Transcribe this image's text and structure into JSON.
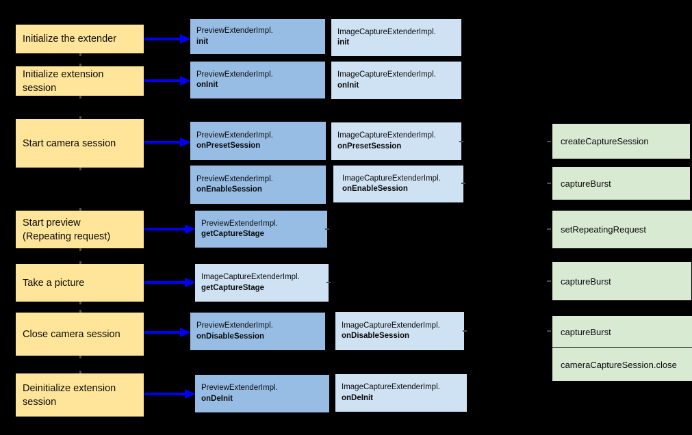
{
  "colors": {
    "background": "#000000",
    "step_fill": "#FFE599",
    "preview_fill": "#98BDE5",
    "capture_fill": "#CFE2F3",
    "camera2_fill": "#D9EAD3",
    "arrow": "#0000EE",
    "text": "#0A0A0A",
    "stub": "#4D4D4D"
  },
  "steps": [
    {
      "label": "Initialize the extender"
    },
    {
      "label": "Initialize extension\nsession"
    },
    {
      "label": "Start camera session"
    },
    {
      "label": "Start preview\n(Repeating request)"
    },
    {
      "label": "Take a picture"
    },
    {
      "label": "Close camera session"
    },
    {
      "label": "Deinitialize extension\nsession"
    }
  ],
  "impl_boxes": [
    {
      "class_name": "PreviewExtenderImpl.",
      "method": "init"
    },
    {
      "class_name": "PreviewExtenderImpl.",
      "method": "onInit"
    },
    {
      "class_name": "PreviewExtenderImpl.",
      "method": "onPresetSession"
    },
    {
      "class_name": "PreviewExtenderImpl.",
      "method": "onEnableSession"
    },
    {
      "class_name": "PreviewExtenderImpl.",
      "method": "getCaptureStage"
    },
    {
      "class_name": "ImageCaptureExtenderImpl.",
      "method": "getCaptureStage"
    },
    {
      "class_name": "PreviewExtenderImpl.",
      "method": "onDisableSession"
    },
    {
      "class_name": "PreviewExtenderImpl.",
      "method": "onDeInit"
    }
  ],
  "image_capture_boxes": [
    {
      "class_name": "ImageCaptureExtenderImpl.",
      "method": "init"
    },
    {
      "class_name": "ImageCaptureExtenderImpl.",
      "method": "onInit"
    },
    {
      "class_name": "ImageCaptureExtenderImpl.",
      "method": "onPresetSession"
    },
    {
      "class_name": "ImageCaptureExtenderImpl.",
      "method": "onEnableSession"
    },
    {
      "class_name": "ImageCaptureExtenderImpl.",
      "method": "onDisableSession"
    },
    {
      "class_name": "ImageCaptureExtenderImpl.",
      "method": "onDeInit"
    }
  ],
  "camera2_boxes": [
    {
      "label": "createCaptureSession"
    },
    {
      "label": "captureBurst"
    },
    {
      "label": "setRepeatingRequest"
    },
    {
      "label": "captureBurst"
    },
    {
      "label": "captureBurst"
    },
    {
      "label": "cameraCaptureSession.close"
    }
  ]
}
